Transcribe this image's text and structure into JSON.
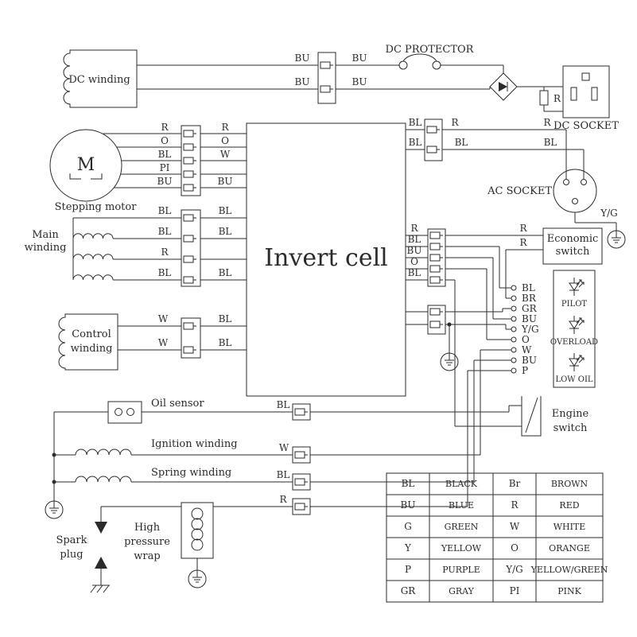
{
  "components": {
    "dc_winding": "DC winding",
    "dc_protector": "DC PROTECTOR",
    "dc_socket": "DC SOCKET",
    "resistor": "R",
    "stepping_motor": "Stepping motor",
    "motor_letter": "M",
    "invert_cell": "Invert cell",
    "ac_socket": "AC SOCKET",
    "main_winding_1": "Main",
    "main_winding_2": "winding",
    "economic_switch_1": "Economic",
    "economic_switch_2": "switch",
    "pilot": "PILOT",
    "overload": "OVERLOAD",
    "low_oil": "LOW OIL",
    "control_winding_1": "Control",
    "control_winding_2": "winding",
    "oil_sensor": "Oil sensor",
    "ignition_winding": "Ignition winding",
    "spring_winding": "Spring winding",
    "engine_switch_1": "Engine",
    "engine_switch_2": "switch",
    "spark_plug_1": "Spark",
    "spark_plug_2": "plug",
    "high_pressure_1": "High",
    "high_pressure_2": "pressure",
    "high_pressure_3": "wrap"
  },
  "wires": {
    "dc_top_l": "BU",
    "dc_top_r": "BU",
    "dc_bot_l": "BU",
    "dc_bot_r": "BU",
    "motor_l1": "R",
    "motor_l2": "O",
    "motor_l3": "BL",
    "motor_l4": "PI",
    "motor_l5": "BU",
    "motor_r1": "R",
    "motor_r2": "O",
    "motor_r3": "W",
    "motor_r5": "BU",
    "out_top_1": "BL",
    "out_top_2": "R",
    "out_top_3": "R",
    "out_bot_1": "BL",
    "out_bot_2": "BL",
    "out_bot_3": "BL",
    "ac_ground": "Y/G",
    "main_l1": "BL",
    "main_l2": "BL",
    "main_l3": "R",
    "main_l4": "BL",
    "main_r1": "BL",
    "main_r2": "BL",
    "main_r4": "BL",
    "mid_1": "R",
    "mid_2": "BL",
    "mid_3": "BU",
    "mid_4": "O",
    "mid_5": "BL",
    "econ_1": "R",
    "econ_2": "R",
    "ctrl_l1": "W",
    "ctrl_l2": "W",
    "ctrl_r1": "BL",
    "ctrl_r2": "BL",
    "oil": "BL",
    "ignition": "W",
    "spring": "BL",
    "high_pressure": "R"
  },
  "terminals": [
    "BL",
    "BR",
    "GR",
    "BU",
    "Y/G",
    "O",
    "W",
    "BU",
    "P"
  ],
  "legend": {
    "rows": [
      {
        "c1": "BL",
        "n1": "BLACK",
        "c2": "Br",
        "n2": "BROWN"
      },
      {
        "c1": "BU",
        "n1": "BLUE",
        "c2": "R",
        "n2": "RED"
      },
      {
        "c1": "G",
        "n1": "GREEN",
        "c2": "W",
        "n2": "WHITE"
      },
      {
        "c1": "Y",
        "n1": "YELLOW",
        "c2": "O",
        "n2": "ORANGE"
      },
      {
        "c1": "P",
        "n1": "PURPLE",
        "c2": "Y/G",
        "n2": "YELLOW/GREEN"
      },
      {
        "c1": "GR",
        "n1": "GRAY",
        "c2": "PI",
        "n2": "PINK"
      }
    ]
  },
  "colors": {
    "line": "#2b2b2b",
    "background": "#ffffff"
  }
}
